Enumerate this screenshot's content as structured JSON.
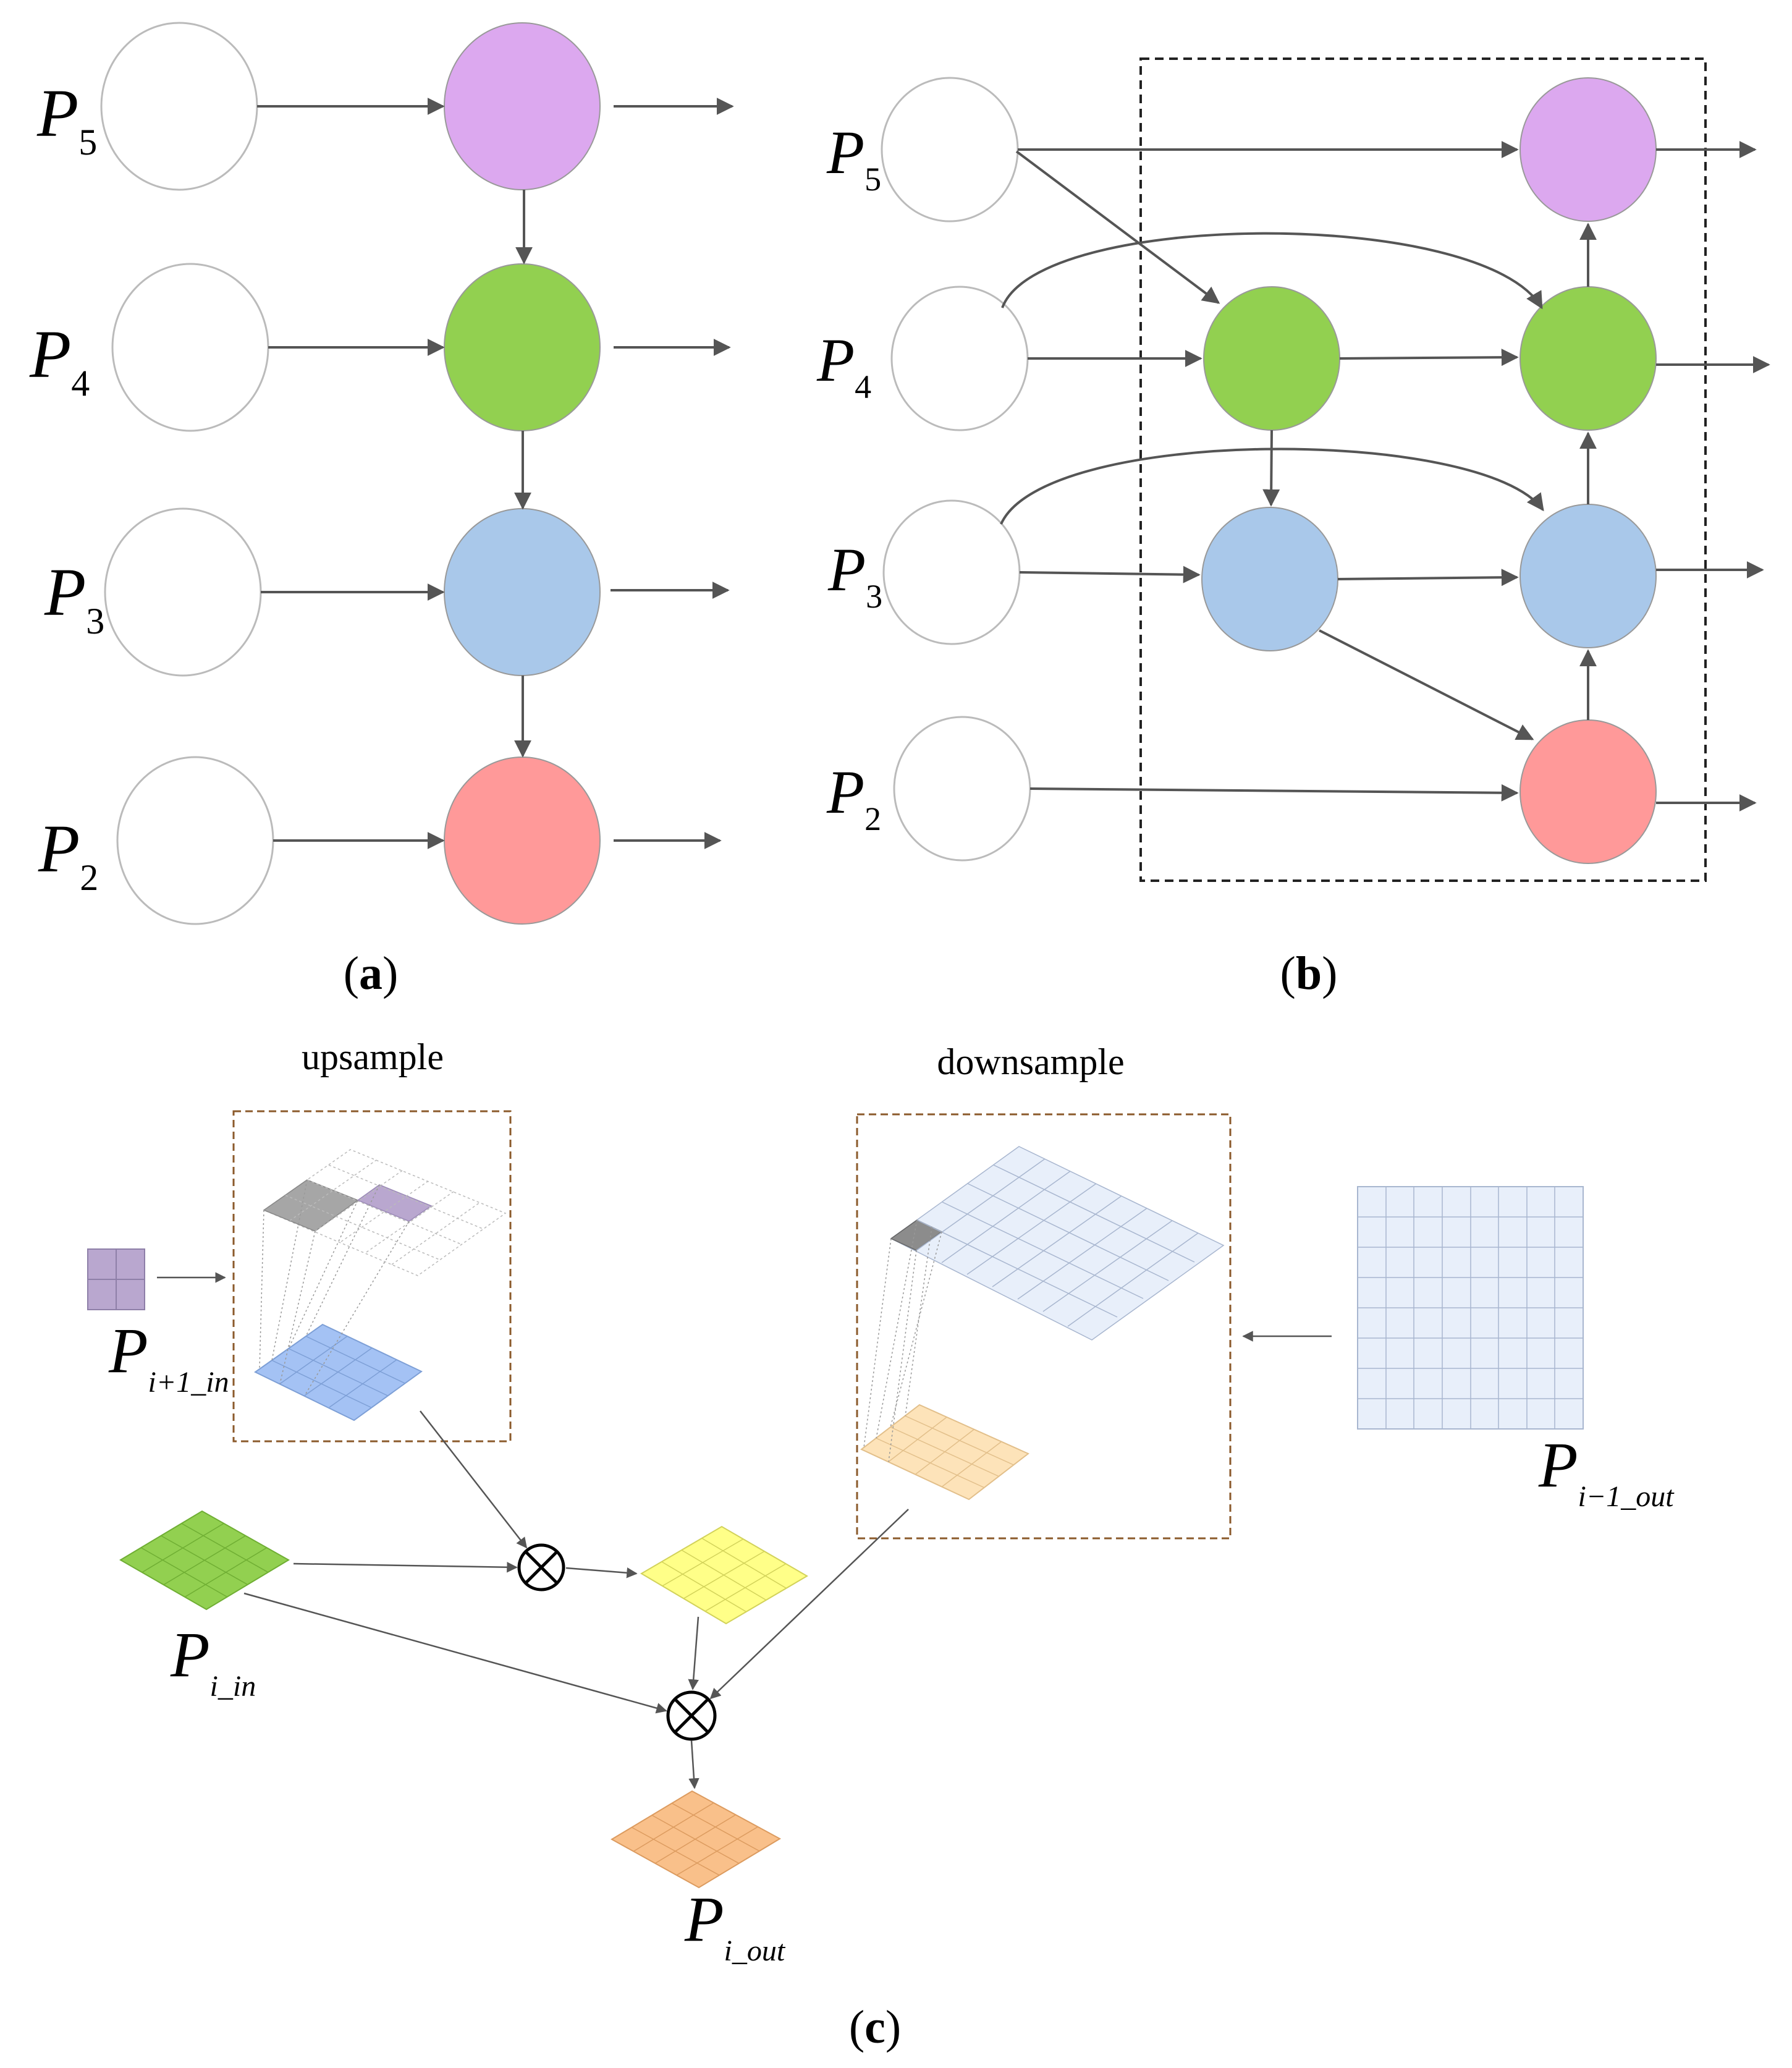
{
  "panel_a": {
    "caption_open": "(",
    "caption_letter": "a",
    "caption_close": ")",
    "levels": [
      {
        "P": "P",
        "sub": "5",
        "color": "#dca8ef"
      },
      {
        "P": "P",
        "sub": "4",
        "color": "#92d050"
      },
      {
        "P": "P",
        "sub": "3",
        "color": "#a9c8ea"
      },
      {
        "P": "P",
        "sub": "2",
        "color": "#ff9999"
      }
    ]
  },
  "panel_b": {
    "caption_open": "(",
    "caption_letter": "b",
    "caption_close": ")",
    "levels": [
      {
        "P": "P",
        "sub": "5"
      },
      {
        "P": "P",
        "sub": "4"
      },
      {
        "P": "P",
        "sub": "3"
      },
      {
        "P": "P",
        "sub": "2"
      }
    ]
  },
  "panel_c": {
    "caption_open": "(",
    "caption_letter": "c",
    "caption_close": ")",
    "upsample_title": "upsample",
    "downsample_title": "downsample",
    "operator_symbol": "⊗",
    "labels": {
      "p_iplus1_in": {
        "P": "P",
        "sub": "i+1_in"
      },
      "p_iminus1_out": {
        "P": "P",
        "sub": "i−1_out"
      },
      "p_i_in": {
        "P": "P",
        "sub": "i_in"
      },
      "p_i_out": {
        "P": "P",
        "sub": "i_out"
      }
    },
    "colors": {
      "purple_map": "#b9a7cf",
      "blue_map": "#a4c2f4",
      "green_map": "#92d050",
      "yellow_map": "#ffff88",
      "beige_map": "#fde3b9",
      "orange_map": "#f9c08a",
      "grid_blue": "#e8effa",
      "gray_patch": "#a6a6a6",
      "dashed_box": "#8b5a2b"
    }
  }
}
